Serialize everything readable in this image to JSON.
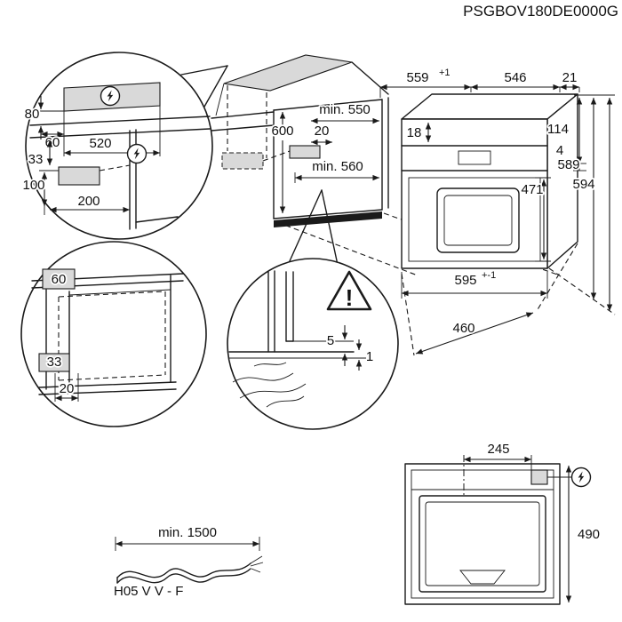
{
  "product_code": "PSGBOV180DE0000G",
  "colors": {
    "line": "#1a1a1a",
    "shade": "#d9d9d9",
    "background": "#ffffff"
  },
  "main_view": {
    "niche_width": "559",
    "niche_width_tol": "+1",
    "oven_width": "546",
    "side_gap": "21",
    "min_depth": "min. 550",
    "niche_height": "600",
    "rear_gap": "20",
    "min_width": "min. 560",
    "top_clearance": "18",
    "front_top": "114",
    "trim_gap": "4",
    "height_a": "589",
    "height_b": "594",
    "door_height": "471",
    "bottom_width": "595",
    "bottom_width_tol": "+-1",
    "depth": "460"
  },
  "detail_connection": {
    "above_counter": "80",
    "from_edge": "60",
    "zone_width": "520",
    "side_offset": "33",
    "below_counter": "100",
    "from_front": "200"
  },
  "detail_cabinet": {
    "top_zone": "60",
    "side_zone": "33",
    "front_offset": "20"
  },
  "detail_rear": {
    "vent_gap": "5",
    "floor_gap": "1",
    "warning_glyph": "!"
  },
  "cable": {
    "min_length": "min. 1500",
    "type_label": "H05 V V - F"
  },
  "top_view": {
    "connection_offset": "245",
    "depth": "490"
  }
}
